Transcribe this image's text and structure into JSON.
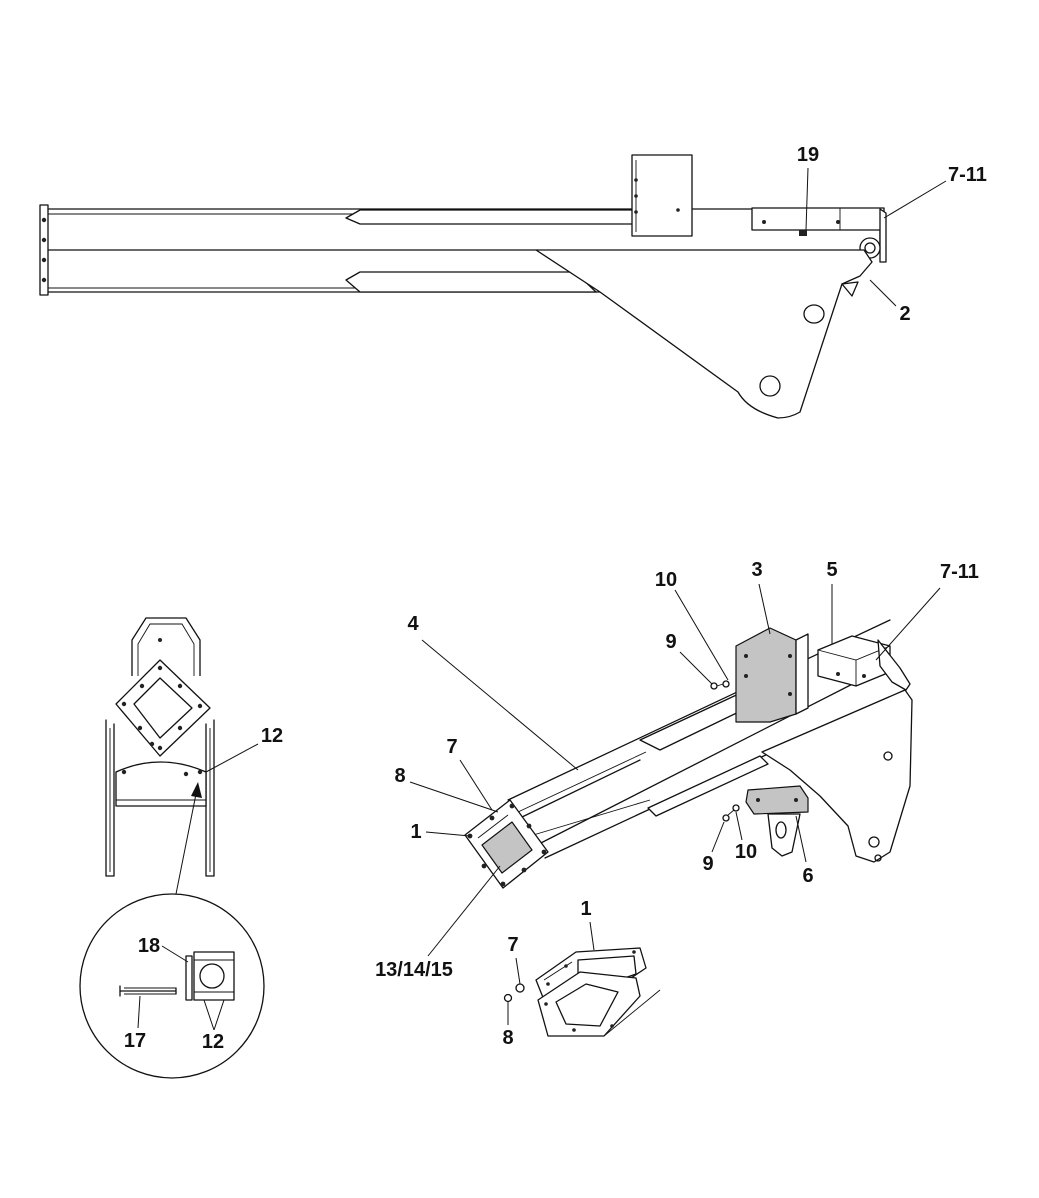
{
  "colors": {
    "line": "#111111",
    "shaded_part": "#c4c4c4",
    "background": "#ffffff"
  },
  "callouts": {
    "side_view": {
      "c19": "19",
      "c7_11": "7-11",
      "c2": "2"
    },
    "iso_view": {
      "c10_top": "10",
      "c3": "3",
      "c5": "5",
      "c7_11": "7-11",
      "c9_top": "9",
      "c4": "4",
      "c7": "7",
      "c8": "8",
      "c1": "1",
      "c9_bottom": "9",
      "c10_bottom": "10",
      "c6": "6",
      "c13_14_15": "13/14/15"
    },
    "exploded_view": {
      "c1": "1",
      "c7": "7",
      "c8": "8"
    },
    "end_view": {
      "c12": "12"
    },
    "detail_view": {
      "c18": "18",
      "c17": "17",
      "c12": "12"
    }
  }
}
